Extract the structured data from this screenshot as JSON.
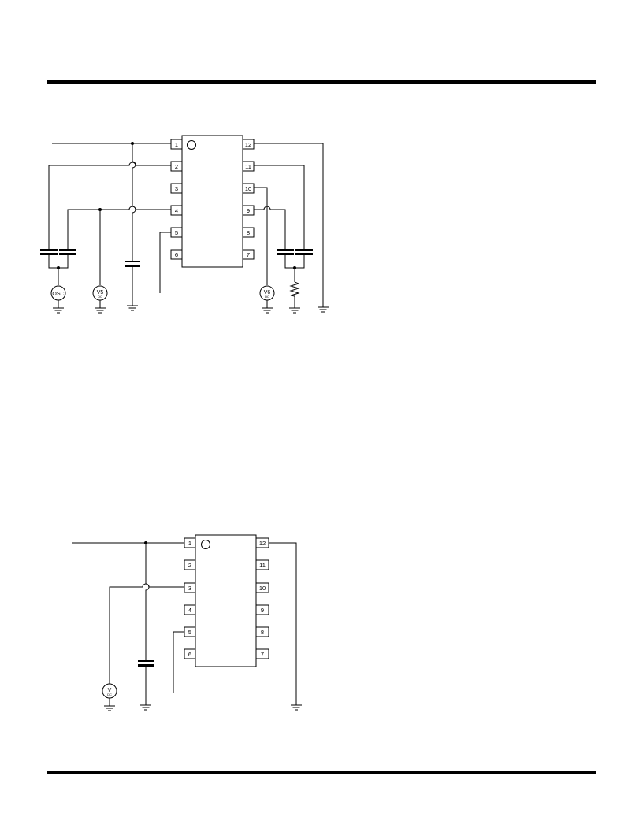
{
  "colors": {
    "ink": "#000000",
    "paper": "#ffffff"
  },
  "circuit1": {
    "pins_left": [
      "1",
      "2",
      "3",
      "4",
      "5",
      "6"
    ],
    "pins_right": [
      "12",
      "11",
      "10",
      "9",
      "8",
      "7"
    ],
    "sources": {
      "osc": {
        "label": "OSC"
      },
      "v5": {
        "label": "V5",
        "sub": "DC"
      },
      "v6": {
        "label": "V6",
        "sub": "DC"
      }
    }
  },
  "circuit2": {
    "pins_left": [
      "1",
      "2",
      "3",
      "4",
      "5",
      "6"
    ],
    "pins_right": [
      "12",
      "11",
      "10",
      "9",
      "8",
      "7"
    ],
    "sources": {
      "v": {
        "label": "V",
        "sub": "DC"
      }
    }
  }
}
